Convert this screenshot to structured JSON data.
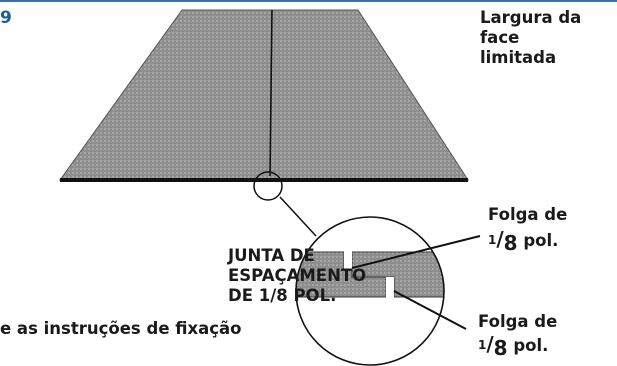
{
  "figure": {
    "number": "9"
  },
  "labels": {
    "face_width_line1": "Largura da face",
    "face_width_line2": "limitada",
    "joint_line1": "JUNTA DE ESPAÇAMENTO",
    "joint_line2": "DE 1/8 POL.",
    "instructions_fragment": "e as instruções de fixação",
    "gap_top": {
      "line1": "Folga de",
      "num": "1",
      "den": "8",
      "unit": "pol."
    },
    "gap_bottom": {
      "line1": "Folga de",
      "num": "1",
      "den": "8",
      "unit": "pol."
    }
  },
  "colors": {
    "panel_fill": "#8f8f8f",
    "accent_blue": "#1d5f8e",
    "line": "#111111"
  }
}
